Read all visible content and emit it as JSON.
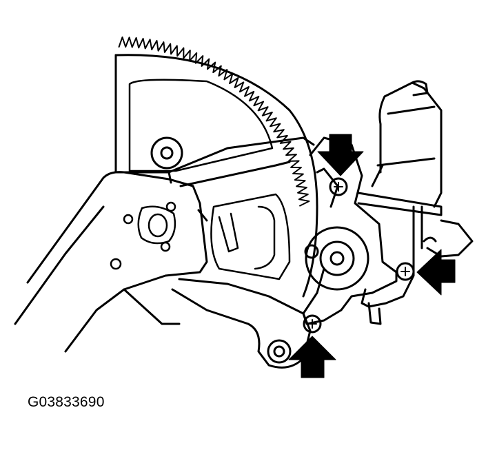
{
  "figure": {
    "code": "G03833690",
    "subject": "window-regulator-motor-assembly",
    "callouts": [
      "arrow-top",
      "arrow-right",
      "arrow-bottom"
    ],
    "line_color": "#000000",
    "background": "#ffffff"
  }
}
